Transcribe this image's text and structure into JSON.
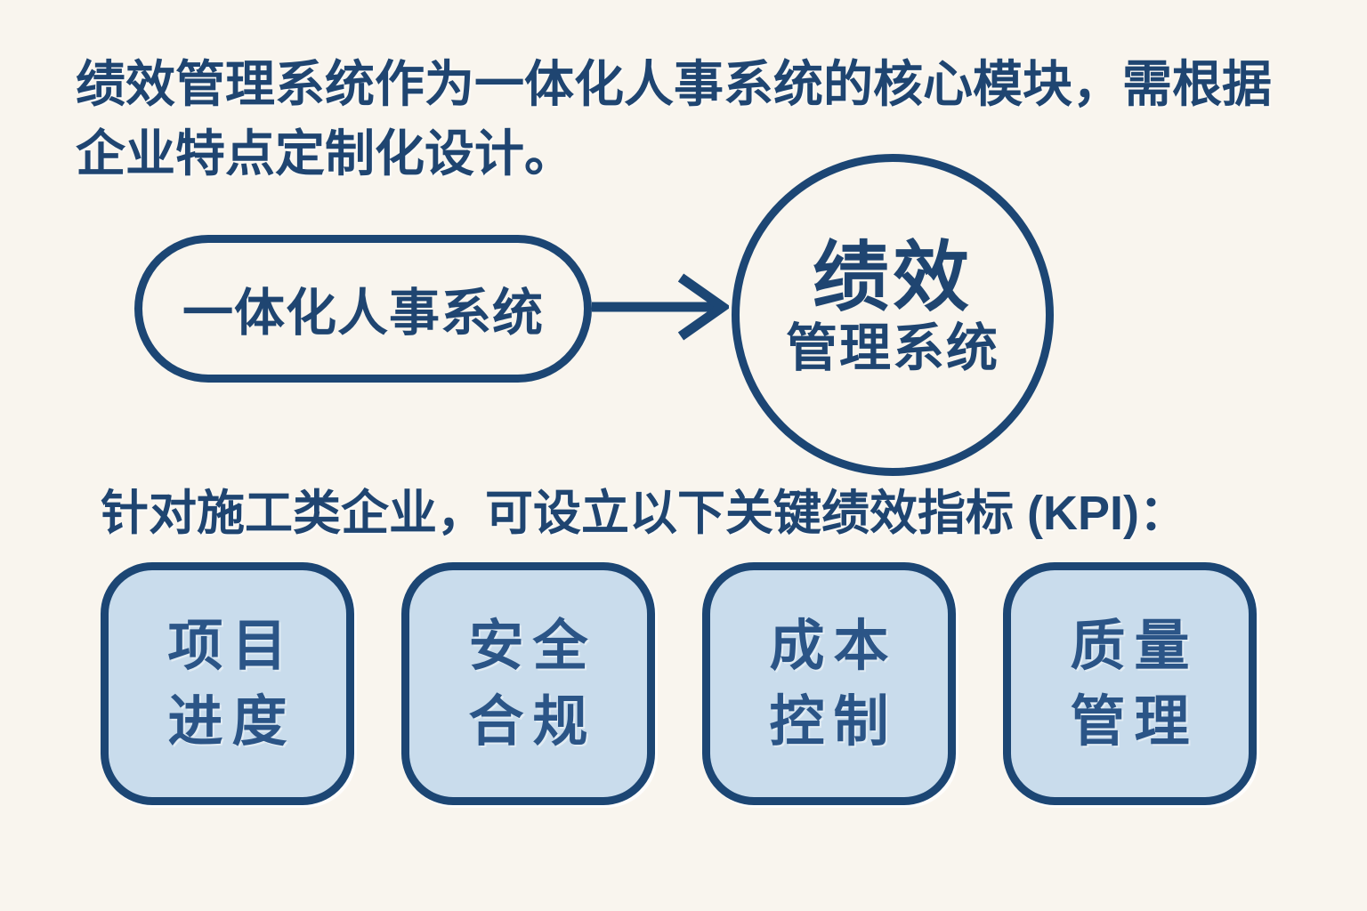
{
  "colors": {
    "background": "#f9f5ee",
    "ink": "#1f4571",
    "stroke": "#1c4674",
    "card_fill": "#c9dcec",
    "card_text": "#2b5587"
  },
  "intro": {
    "line1": "绩效管理系统作为一体化人事系统的核心模块，需根据",
    "line2": "企业特点定制化设计。"
  },
  "flow": {
    "source_label": "一体化人事系统",
    "target_title": "绩效",
    "target_subtitle": "管理系统"
  },
  "kpi": {
    "heading": "针对施工类企业，可设立以下关键绩效指标 (KPI)：",
    "cards": [
      {
        "line1": "项目",
        "line2": "进度"
      },
      {
        "line1": "安全",
        "line2": "合规"
      },
      {
        "line1": "成本",
        "line2": "控制"
      },
      {
        "line1": "质量",
        "line2": "管理"
      }
    ]
  }
}
